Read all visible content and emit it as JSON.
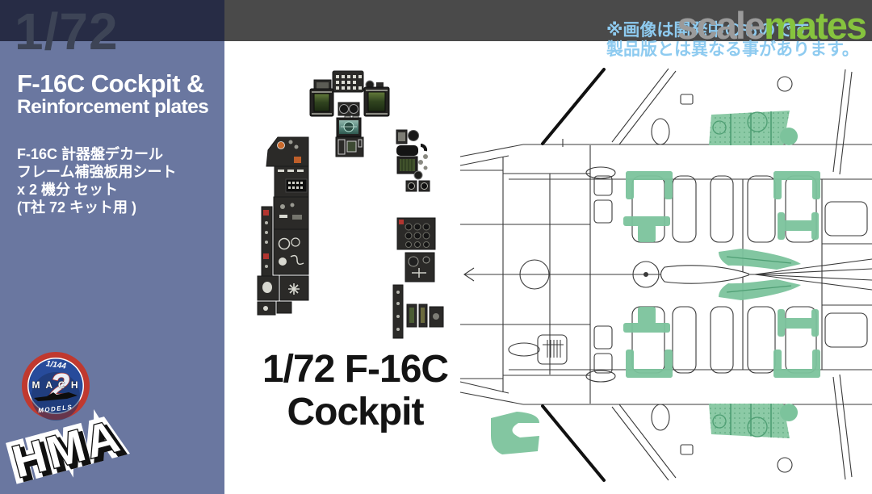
{
  "sidebar": {
    "scale_label": "1/72",
    "title_line1": "F-16C Cockpit &",
    "title_line2": "Reinforcement plates",
    "jp_line1": "F-16C 計器盤デカール",
    "jp_line2": "フレーム補強板用シート",
    "jp_line3": "x 2 機分 セット",
    "jp_line4": "(T社 72 キット用 )",
    "badge": {
      "scale": "1/144",
      "brand": "M A C H",
      "number": "2",
      "models": "MODELS"
    },
    "hma": "HMA",
    "colors": {
      "bg": "#6a77a0",
      "band": "#272c45",
      "scale_text": "#3d4456"
    }
  },
  "watermark": {
    "part1": "scale",
    "part2": "mates",
    "color1": "#9b9b9b",
    "color2": "#86c33e",
    "band_color": "#4a4a4a"
  },
  "disclaimer": {
    "line1": "※画像は開発中のものです",
    "line2": "製品版とは異なる事があります。",
    "color": "#8ecbf0"
  },
  "caption": {
    "line1": "1/72 F-16C",
    "line2": "Cockpit"
  },
  "diagram": {
    "plate_color": "#7cc39c",
    "plate_detail_color": "#4e9e73",
    "line_color": "#3a3a3a"
  }
}
